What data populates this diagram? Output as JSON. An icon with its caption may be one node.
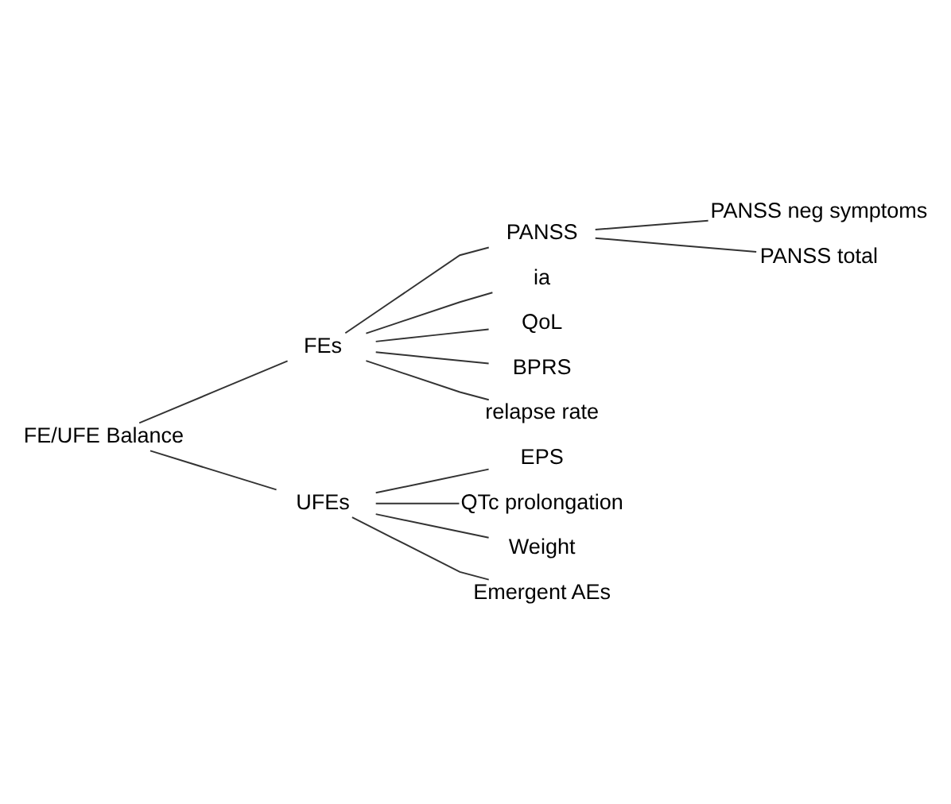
{
  "diagram": {
    "nodes": [
      {
        "text": [
          "FE/UFE Balance"
        ]
      },
      {
        "text": [
          "FEs"
        ]
      },
      {
        "text": [
          "PANSS"
        ]
      },
      {
        "text": [
          "PANSS neg symptoms"
        ]
      },
      {
        "text": [
          "PANSS total"
        ]
      },
      {
        "text": [
          "ia"
        ]
      },
      {
        "text": [
          "QoL"
        ]
      },
      {
        "text": [
          "BPRS"
        ]
      },
      {
        "text": [
          "relapse rate"
        ]
      },
      {
        "text": [
          "UFEs"
        ]
      },
      {
        "text": [
          "EPS"
        ]
      },
      {
        "text": [
          "QTc prolongation"
        ]
      },
      {
        "text": [
          "Weight"
        ]
      },
      {
        "text": [
          "Emergent AEs"
        ]
      }
    ],
    "edges": [
      {
        "from": 0,
        "to": 1,
        "arrow": "none"
      },
      {
        "from": 0,
        "to": 9,
        "arrow": "none"
      },
      {
        "from": 1,
        "to": 2,
        "arrow": "none"
      },
      {
        "from": 2,
        "to": 3,
        "arrow": "none"
      },
      {
        "from": 2,
        "to": 4,
        "arrow": "none"
      },
      {
        "from": 1,
        "to": 5,
        "arrow": "none"
      },
      {
        "from": 1,
        "to": 6,
        "arrow": "none"
      },
      {
        "from": 1,
        "to": 7,
        "arrow": "none"
      },
      {
        "from": 1,
        "to": 8,
        "arrow": "none"
      },
      {
        "from": 9,
        "to": 10,
        "arrow": "none"
      },
      {
        "from": 9,
        "to": 11,
        "arrow": "none"
      },
      {
        "from": 9,
        "to": 12,
        "arrow": "none"
      },
      {
        "from": 9,
        "to": 13,
        "arrow": "none"
      }
    ]
  }
}
